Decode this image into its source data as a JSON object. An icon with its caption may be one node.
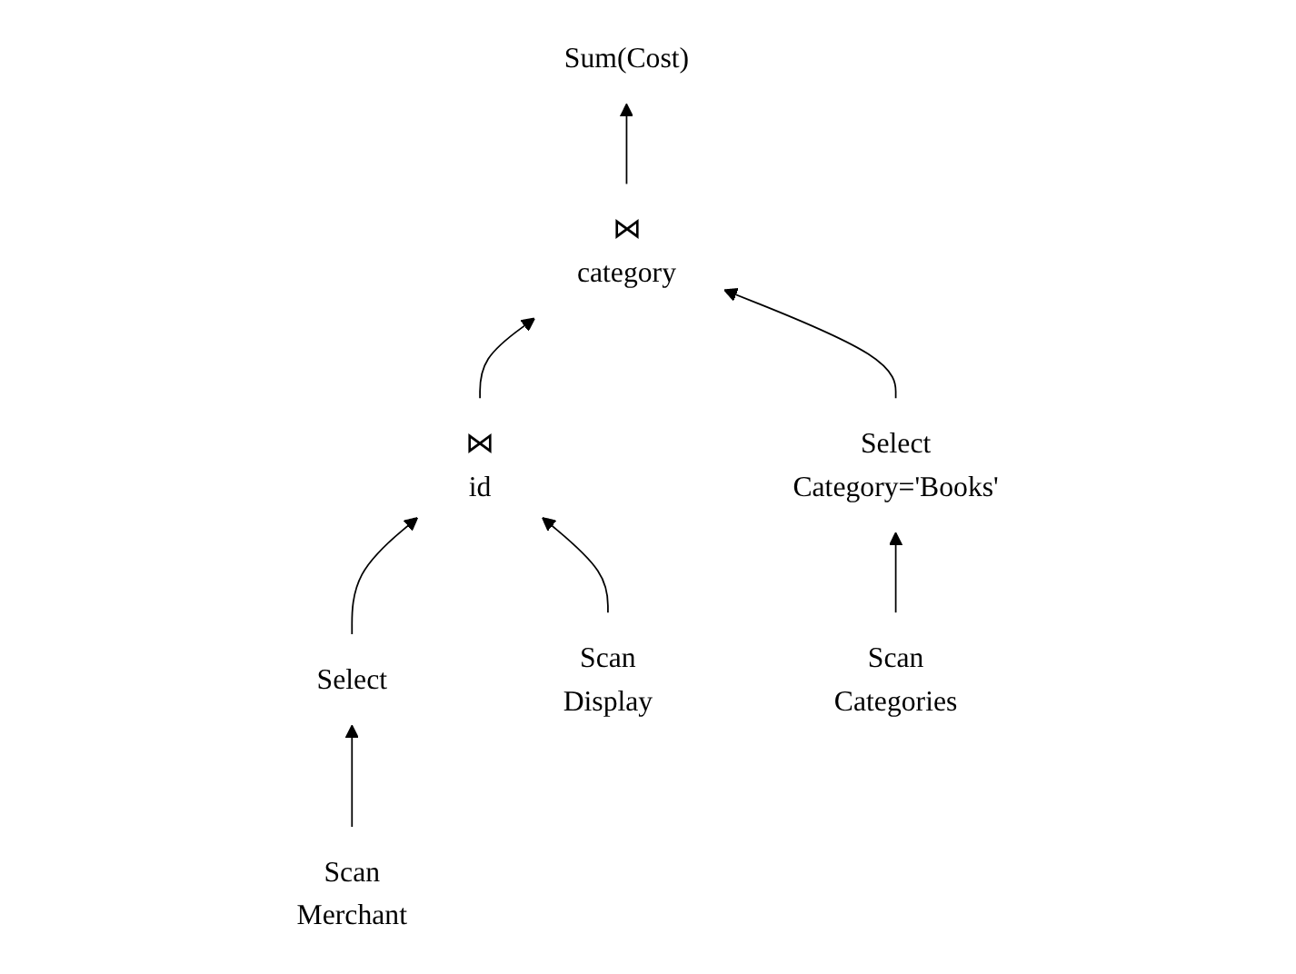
{
  "diagram": {
    "nodes": [
      {
        "text": [
          "Sum(Cost)"
        ]
      },
      {
        "text": [
          "⋈",
          "category"
        ]
      },
      {
        "text": [
          "⋈",
          "id"
        ]
      },
      {
        "text": [
          "Select"
        ]
      },
      {
        "text": [
          "Select",
          "Category='Books'"
        ]
      },
      {
        "text": [
          "Scan",
          "Merchant"
        ]
      },
      {
        "text": [
          "Scan",
          "Display"
        ]
      },
      {
        "text": [
          "Scan",
          "Categories"
        ]
      }
    ],
    "edges": [
      {
        "from": 1,
        "to": 0,
        "arrow": "to"
      },
      {
        "from": 2,
        "to": 1,
        "arrow": "to"
      },
      {
        "from": 4,
        "to": 1,
        "arrow": "to"
      },
      {
        "from": 3,
        "to": 2,
        "arrow": "to"
      },
      {
        "from": 6,
        "to": 2,
        "arrow": "to"
      },
      {
        "from": 5,
        "to": 3,
        "arrow": "to"
      },
      {
        "from": 7,
        "to": 4,
        "arrow": "to"
      }
    ]
  }
}
